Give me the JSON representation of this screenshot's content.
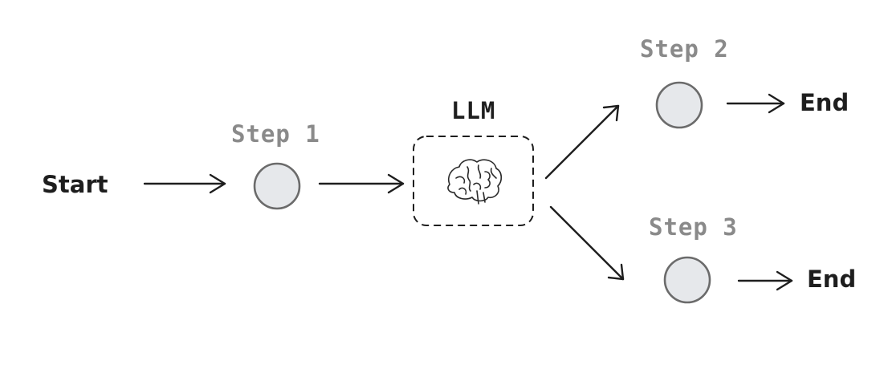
{
  "labels": {
    "start": "Start",
    "step1": "Step 1",
    "llm": "LLM",
    "step2": "Step 2",
    "step3": "Step 3",
    "end_top": "End",
    "end_bottom": "End"
  },
  "icons": {
    "llm_icon": "brain-icon"
  },
  "colors": {
    "ink": "#1e1e1e",
    "step_label": "#8a8a8a",
    "node_fill": "#e6e8eb",
    "node_stroke": "#6b6b6b"
  }
}
